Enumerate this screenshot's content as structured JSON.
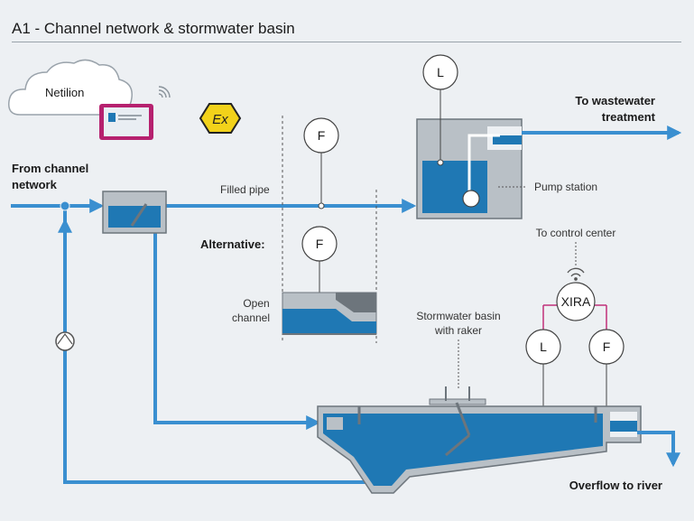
{
  "title": "A1 - Channel network & stormwater basin",
  "labels": {
    "cloud": "Netilion",
    "from_channel_line1": "From channel",
    "from_channel_line2": "network",
    "filled_pipe": "Filled pipe",
    "alternative": "Alternative:",
    "open_channel_line1": "Open",
    "open_channel_line2": "channel",
    "to_wastewater_line1": "To wastewater",
    "to_wastewater_line2": "treatment",
    "pump_station": "Pump station",
    "to_control_center": "To control center",
    "stormwater_line1": "Stormwater basin",
    "stormwater_line2": "with raker",
    "overflow": "Overflow to river"
  },
  "instruments": {
    "level_pump": "L",
    "flow_pipe": "F",
    "flow_channel": "F",
    "level_basin": "L",
    "flow_overflow": "F",
    "xira": "XIRA"
  },
  "ex_symbol": "Ex",
  "colors": {
    "water": "#1f78b4",
    "pipe": "#3a8fd0",
    "tank_wall": "#b9c0c6",
    "magenta": "#c0307a",
    "ex_yellow": "#f2d21a"
  }
}
